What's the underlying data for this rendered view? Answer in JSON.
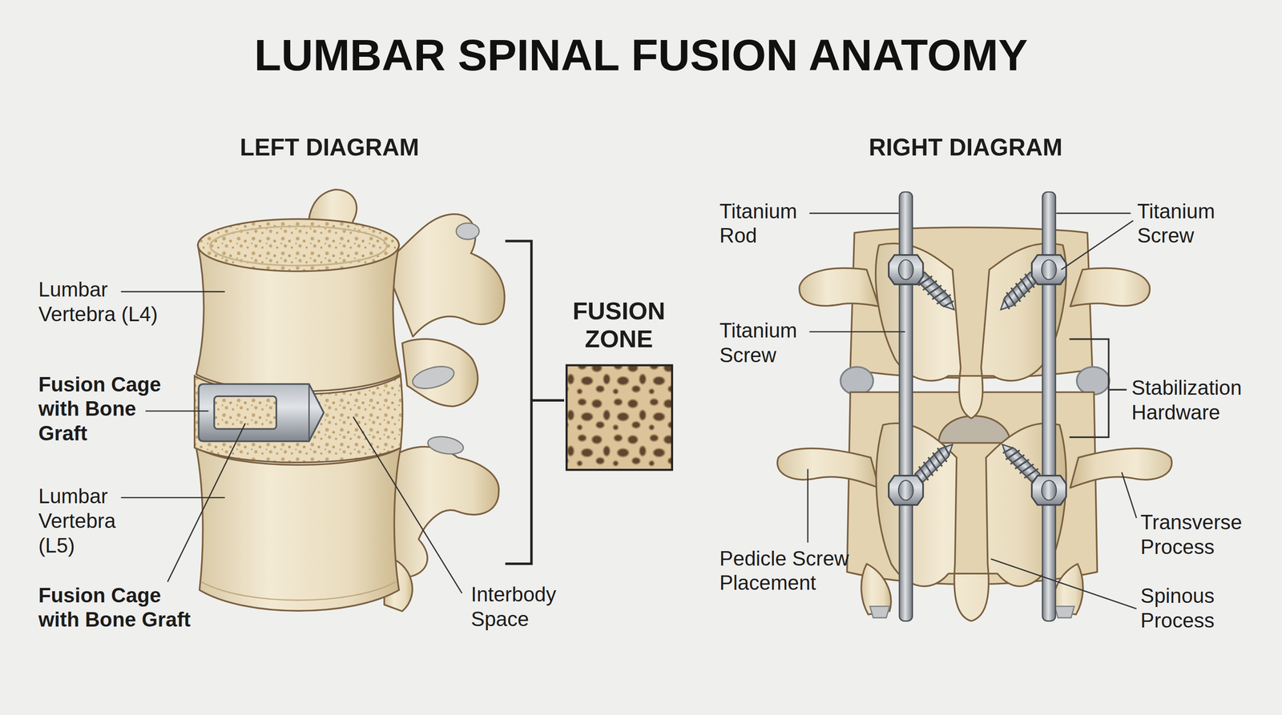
{
  "diagram": {
    "title": "LUMBAR SPINAL FUSION ANATOMY",
    "labels": [
      "LEFT DIAGRAM",
      "RIGHT DIAGRAM",
      "Lumbar Vertebra (L4)",
      "Fusion Cage with Bone Graft",
      "Lumbar Vertebra (L5)",
      "Fusion Cage with Bone Graft",
      "FUSION ZONE",
      "Interbody Space",
      "Titanium Rod",
      "Titanium Screw",
      "Titanium Screw",
      "Stabilization Hardware",
      "Pedicle Screw Placement",
      "Transverse Process",
      "Spinous Process"
    ]
  }
}
